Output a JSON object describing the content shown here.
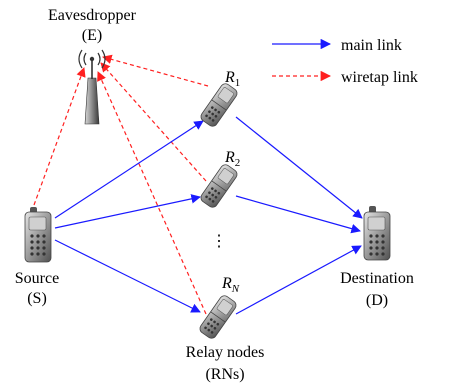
{
  "nodes": {
    "eavesdropper": {
      "name": "Eavesdropper",
      "abbr": "(E)"
    },
    "source": {
      "name": "Source",
      "abbr": "(S)"
    },
    "destination": {
      "name": "Destination",
      "abbr": "(D)"
    },
    "relays": {
      "name": "Relay nodes",
      "abbr": "(RNs)"
    },
    "relay_1": {
      "letter": "R",
      "sub": "1"
    },
    "relay_2": {
      "letter": "R",
      "sub": "2"
    },
    "relay_n": {
      "letter": "R",
      "sub": "N"
    },
    "ellipsis": "⋮"
  },
  "legend": {
    "main_link": "main link",
    "wiretap_link": "wiretap link"
  },
  "colors": {
    "main_link": "#1a1aff",
    "wiretap_link": "#ff2020",
    "phone_body": "#9a9a9a",
    "phone_screen": "#d0d0d0"
  },
  "icons": {
    "eavesdropper": "antenna-tower-icon",
    "source": "mobile-phone-icon",
    "destination": "mobile-phone-icon",
    "relay": "flip-phone-icon"
  }
}
